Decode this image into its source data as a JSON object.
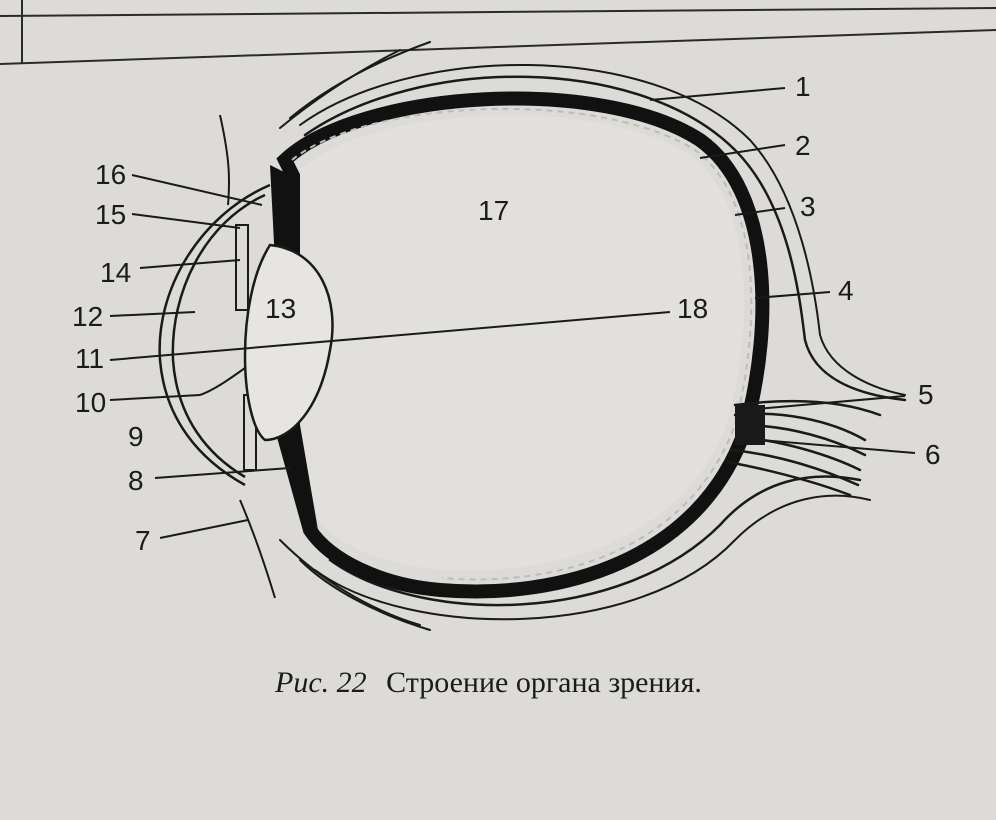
{
  "diagram": {
    "labels": {
      "l1": "1",
      "l2": "2",
      "l3": "3",
      "l4": "4",
      "l5": "5",
      "l6": "6",
      "l7": "7",
      "l8": "8",
      "l9": "9",
      "l10": "10",
      "l11": "11",
      "l12": "12",
      "l13": "13",
      "l14": "14",
      "l15": "15",
      "l16": "16",
      "l17": "17",
      "l18": "18"
    }
  },
  "caption": {
    "prefix": "Рис. 22",
    "text": "Строение органа зрения."
  }
}
